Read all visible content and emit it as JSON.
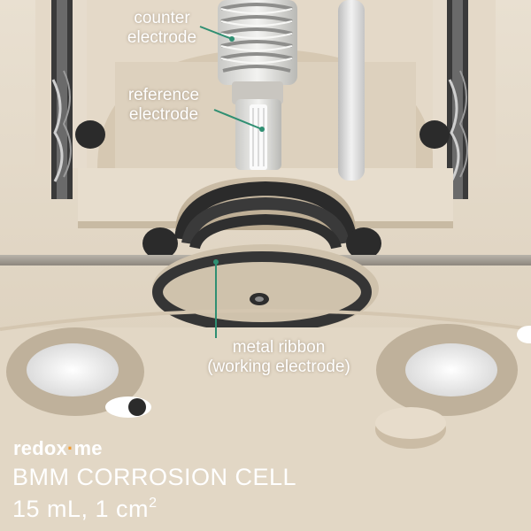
{
  "labels": {
    "counter_electrode": [
      "counter",
      "electrode"
    ],
    "reference_electrode": [
      "reference",
      "electrode"
    ],
    "working_electrode": [
      "metal ribbon",
      "(working electrode)"
    ]
  },
  "brand": {
    "name_part1": "redox",
    "name_dot": "·",
    "name_part2": "me"
  },
  "title": "BMM CORROSION CELL",
  "subtitle": {
    "text": "15 mL, 1 cm",
    "superscript": "2"
  },
  "colors": {
    "body": "#d9ccb8",
    "shadow": "#bfb19c",
    "oring": "#2e2e2e",
    "leader_line": "#2f8f72",
    "brand_accent": "#f29a2e",
    "text": "#ffffff"
  }
}
